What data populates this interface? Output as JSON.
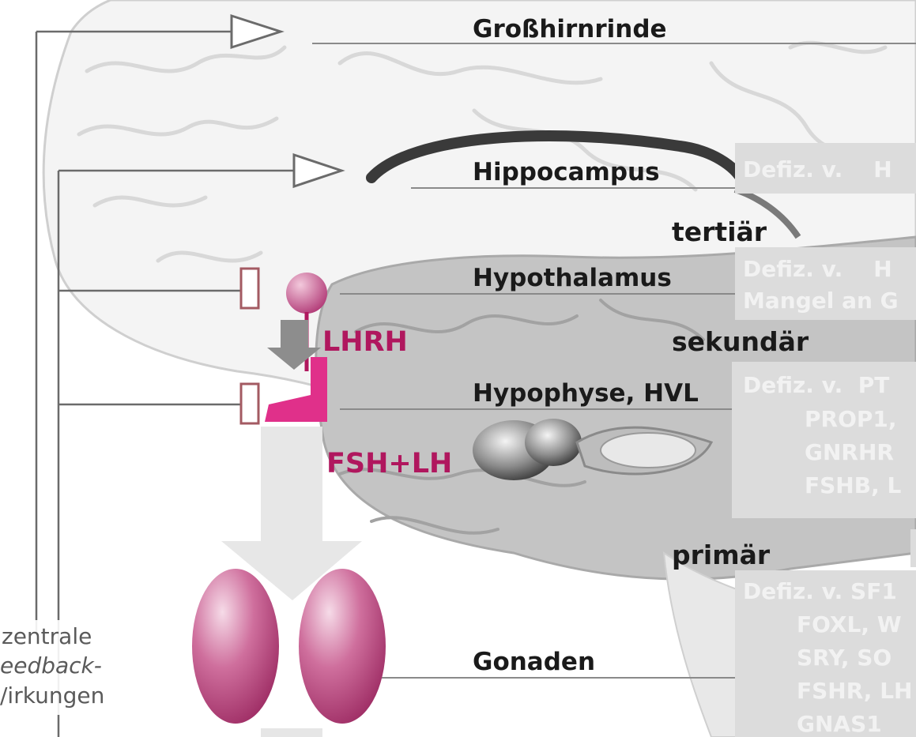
{
  "levels": {
    "cortex": "Großhirnrinde",
    "hippocampus": "Hippocampus",
    "hypothalamus": "Hypothalamus",
    "pituitary": "Hypophyse, HVL",
    "gonads": "Gonaden"
  },
  "tiers": {
    "tertiary": "tertiär",
    "secondary": "sekundär",
    "primary": "primär"
  },
  "hormones": {
    "lhrh": "LHRH",
    "fsh_lh": "FSH+LH"
  },
  "deficiency_boxes": {
    "hippocampus": [
      "Defiz. v.    H"
    ],
    "hypothalamus": [
      "Defiz. v.    H",
      "Mangel an G"
    ],
    "pituitary": [
      "Defiz. v.  PT",
      "PROP1,",
      "GNRHR",
      "FSHB, L"
    ],
    "gonads": [
      "Defiz. v. SF1",
      "FOXL, W",
      "SRY, SO",
      "FSHR, LH",
      "GNAS1"
    ]
  },
  "feedback_label": [
    "zentrale",
    "eedback-",
    "/irkungen"
  ],
  "colors": {
    "hormone_magenta": "#b0175e",
    "receptor_pink": "#e0308a",
    "gonad_gradient": "#a8356c",
    "line_gray": "#6b6b6b",
    "box_gray": "#dcdcdc"
  }
}
